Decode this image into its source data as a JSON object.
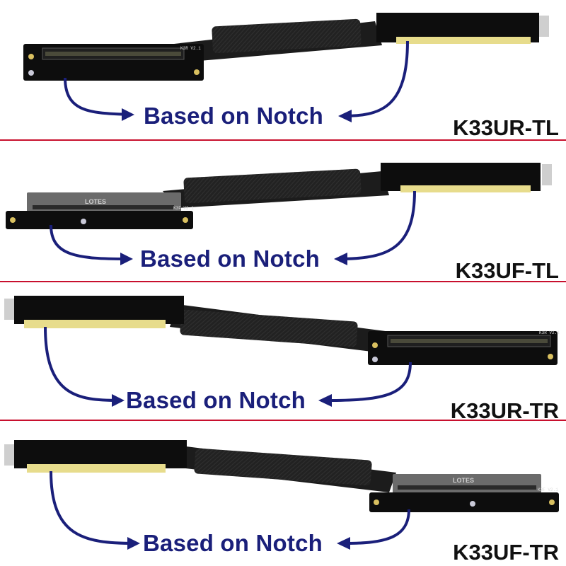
{
  "annotation_text": "Based on Notch",
  "panels": [
    {
      "model": "K33UR-TL",
      "board_text": "K3R V2.1",
      "connector_brand": ""
    },
    {
      "model": "K33UF-TL",
      "board_text": "K3F V2.1",
      "connector_brand": "LOTES"
    },
    {
      "model": "K33UR-TR",
      "board_text": "K3R V2.1",
      "connector_brand": ""
    },
    {
      "model": "K33UF-TR",
      "board_text": "K3F V2.1",
      "connector_brand": "LOTES"
    }
  ],
  "colors": {
    "divider": "#c8102e",
    "arrow": "#1a1f7a",
    "pcb": "#0d0d0d",
    "gold_fingers": "#e7dc8c",
    "cable": "#1c1c1c"
  }
}
